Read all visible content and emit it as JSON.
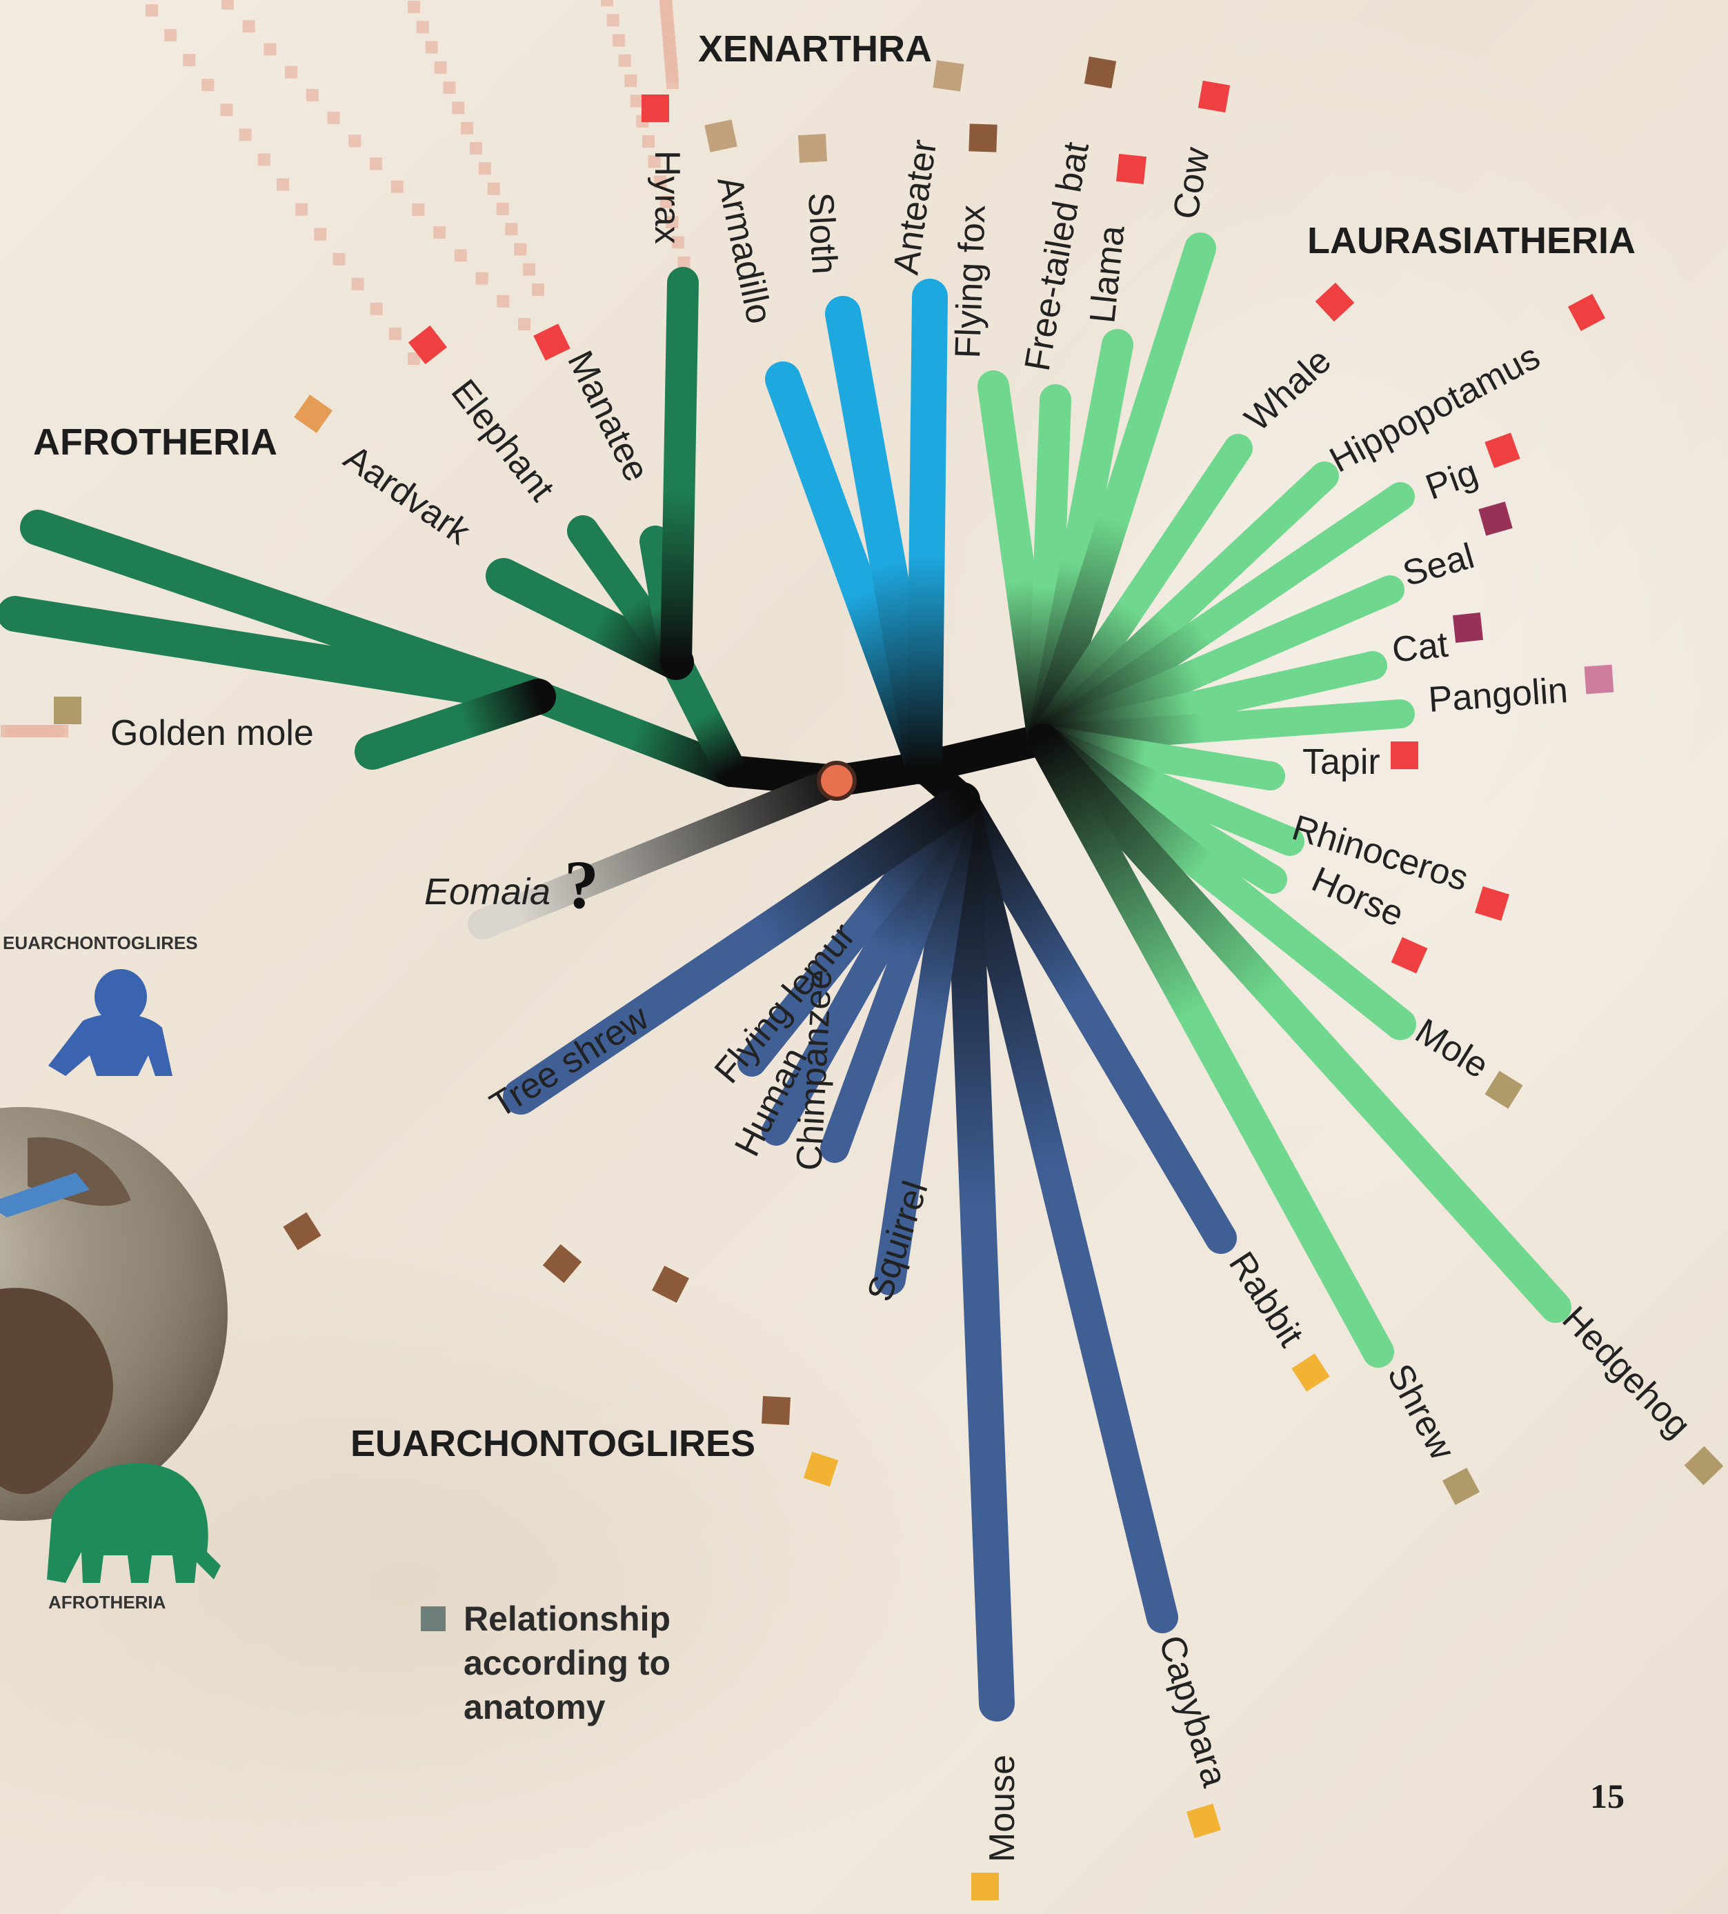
{
  "groups": {
    "xenarthra": "XENARTHRA",
    "laurasiatheria": "LAURASIATHERIA",
    "afrotheria": "AFROTHERIA",
    "euarchontoglires": "EUARCHONTOGLIRES"
  },
  "globe": {
    "top_label": "EUARCHONTOGLIRES",
    "bottom_label": "AFROTHERIA",
    "top_icon": "primate-silhouette-icon",
    "bottom_icon": "elephant-silhouette-icon"
  },
  "ancestor": {
    "name": "Eomaia",
    "mark": "?"
  },
  "legend": {
    "lines": [
      "Relationship",
      "according to",
      "anatomy"
    ],
    "swatch_color": "#6e7e7a"
  },
  "page_number": "15",
  "colors": {
    "afrotheria": "#1e7d52",
    "xenarthra": "#1ea8e0",
    "laurasiatheria": "#6fd88e",
    "euarchontoglires": "#3f5f95",
    "root": "#0c0c0c",
    "dot": "#e7704e"
  },
  "leaves": [
    {
      "name": "Golden mole",
      "group": "afrotheria",
      "box": "#b09a6a"
    },
    {
      "name": "Aardvark",
      "group": "afrotheria",
      "box": "#e59c55"
    },
    {
      "name": "Elephant",
      "group": "afrotheria",
      "box": "#ee4040"
    },
    {
      "name": "Manatee",
      "group": "afrotheria",
      "box": "#ee4040"
    },
    {
      "name": "Hyrax",
      "group": "afrotheria",
      "box": "#ee4040"
    },
    {
      "name": "Armadillo",
      "group": "xenarthra",
      "box": "#c2a27c"
    },
    {
      "name": "Sloth",
      "group": "xenarthra",
      "box": "#c2a27c"
    },
    {
      "name": "Anteater",
      "group": "xenarthra",
      "box": "#c2a27c"
    },
    {
      "name": "Flying fox",
      "group": "laurasiatheria",
      "box": "#8b5a3a"
    },
    {
      "name": "Free-tailed bat",
      "group": "laurasiatheria",
      "box": "#8b5a3a"
    },
    {
      "name": "Llama",
      "group": "laurasiatheria",
      "box": "#ee4040"
    },
    {
      "name": "Cow",
      "group": "laurasiatheria",
      "box": "#ee4040"
    },
    {
      "name": "Whale",
      "group": "laurasiatheria",
      "box": "#ee4040"
    },
    {
      "name": "Hippopotamus",
      "group": "laurasiatheria",
      "box": "#ee4040"
    },
    {
      "name": "Pig",
      "group": "laurasiatheria",
      "box": "#ee4040"
    },
    {
      "name": "Seal",
      "group": "laurasiatheria",
      "box": "#973158"
    },
    {
      "name": "Cat",
      "group": "laurasiatheria",
      "box": "#973158"
    },
    {
      "name": "Pangolin",
      "group": "laurasiatheria",
      "box": "#cf7d9f"
    },
    {
      "name": "Tapir",
      "group": "laurasiatheria",
      "box": "#ee4040"
    },
    {
      "name": "Rhinoceros",
      "group": "laurasiatheria",
      "box": "#ee4040"
    },
    {
      "name": "Horse",
      "group": "laurasiatheria",
      "box": "#ee4040"
    },
    {
      "name": "Mole",
      "group": "laurasiatheria",
      "box": "#b09a6a"
    },
    {
      "name": "Hedgehog",
      "group": "laurasiatheria",
      "box": "#b09a6a"
    },
    {
      "name": "Shrew",
      "group": "laurasiatheria",
      "box": "#b09a6a"
    },
    {
      "name": "Rabbit",
      "group": "euarchontoglires",
      "box": "#f2b233"
    },
    {
      "name": "Capybara",
      "group": "euarchontoglires",
      "box": "#f2b233"
    },
    {
      "name": "Mouse",
      "group": "euarchontoglires",
      "box": "#f2b233"
    },
    {
      "name": "Squirrel",
      "group": "euarchontoglires",
      "box": "#f2b233"
    },
    {
      "name": "Chimpanzee",
      "group": "euarchontoglires",
      "box": "#8b5a3a"
    },
    {
      "name": "Human",
      "group": "euarchontoglires",
      "box": "#8b5a3a"
    },
    {
      "name": "Flying lemur",
      "group": "euarchontoglires",
      "box": "#8b5a3a"
    },
    {
      "name": "Tree shrew",
      "group": "euarchontoglires",
      "box": "#8b5a3a"
    }
  ]
}
